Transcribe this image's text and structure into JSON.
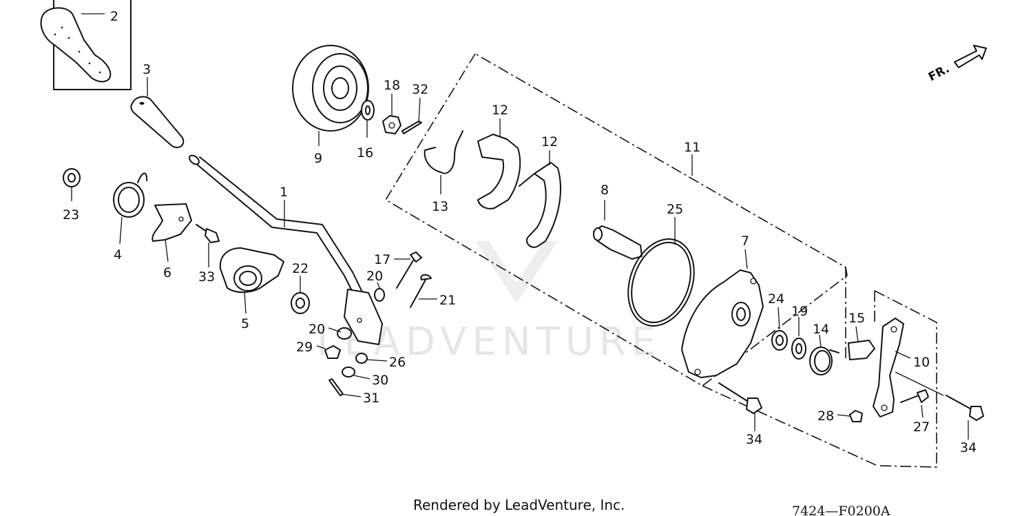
{
  "callouts": [
    {
      "id": "c2",
      "text": "2"
    },
    {
      "id": "c3",
      "text": "3"
    },
    {
      "id": "c23",
      "text": "23"
    },
    {
      "id": "c4",
      "text": "4"
    },
    {
      "id": "c6",
      "text": "6"
    },
    {
      "id": "c33",
      "text": "33"
    },
    {
      "id": "c5",
      "text": "5"
    },
    {
      "id": "c1",
      "text": "1"
    },
    {
      "id": "c22",
      "text": "22"
    },
    {
      "id": "c9",
      "text": "9"
    },
    {
      "id": "c16",
      "text": "16"
    },
    {
      "id": "c18",
      "text": "18"
    },
    {
      "id": "c32",
      "text": "32"
    },
    {
      "id": "c13",
      "text": "13"
    },
    {
      "id": "c12a",
      "text": "12"
    },
    {
      "id": "c12b",
      "text": "12"
    },
    {
      "id": "c11",
      "text": "11"
    },
    {
      "id": "c8",
      "text": "8"
    },
    {
      "id": "c25",
      "text": "25"
    },
    {
      "id": "c7",
      "text": "7"
    },
    {
      "id": "c17",
      "text": "17"
    },
    {
      "id": "c20a",
      "text": "20"
    },
    {
      "id": "c21",
      "text": "21"
    },
    {
      "id": "c20b",
      "text": "20"
    },
    {
      "id": "c29",
      "text": "29"
    },
    {
      "id": "c26",
      "text": "26"
    },
    {
      "id": "c30",
      "text": "30"
    },
    {
      "id": "c31",
      "text": "31"
    },
    {
      "id": "c24",
      "text": "24"
    },
    {
      "id": "c19",
      "text": "19"
    },
    {
      "id": "c14",
      "text": "14"
    },
    {
      "id": "c15",
      "text": "15"
    },
    {
      "id": "c10",
      "text": "10"
    },
    {
      "id": "c28",
      "text": "28"
    },
    {
      "id": "c27",
      "text": "27"
    },
    {
      "id": "c34a",
      "text": "34"
    },
    {
      "id": "c34b",
      "text": "34"
    }
  ],
  "direction_label": "FR.",
  "watermark": "LEADVENTURE",
  "footer": {
    "credit": "Rendered by LeadVenture, Inc.",
    "diagram_code": "7424—F0200A"
  },
  "colors": {
    "ink": "#111111",
    "background": "#ffffff",
    "watermark": "#e6e6e6"
  }
}
